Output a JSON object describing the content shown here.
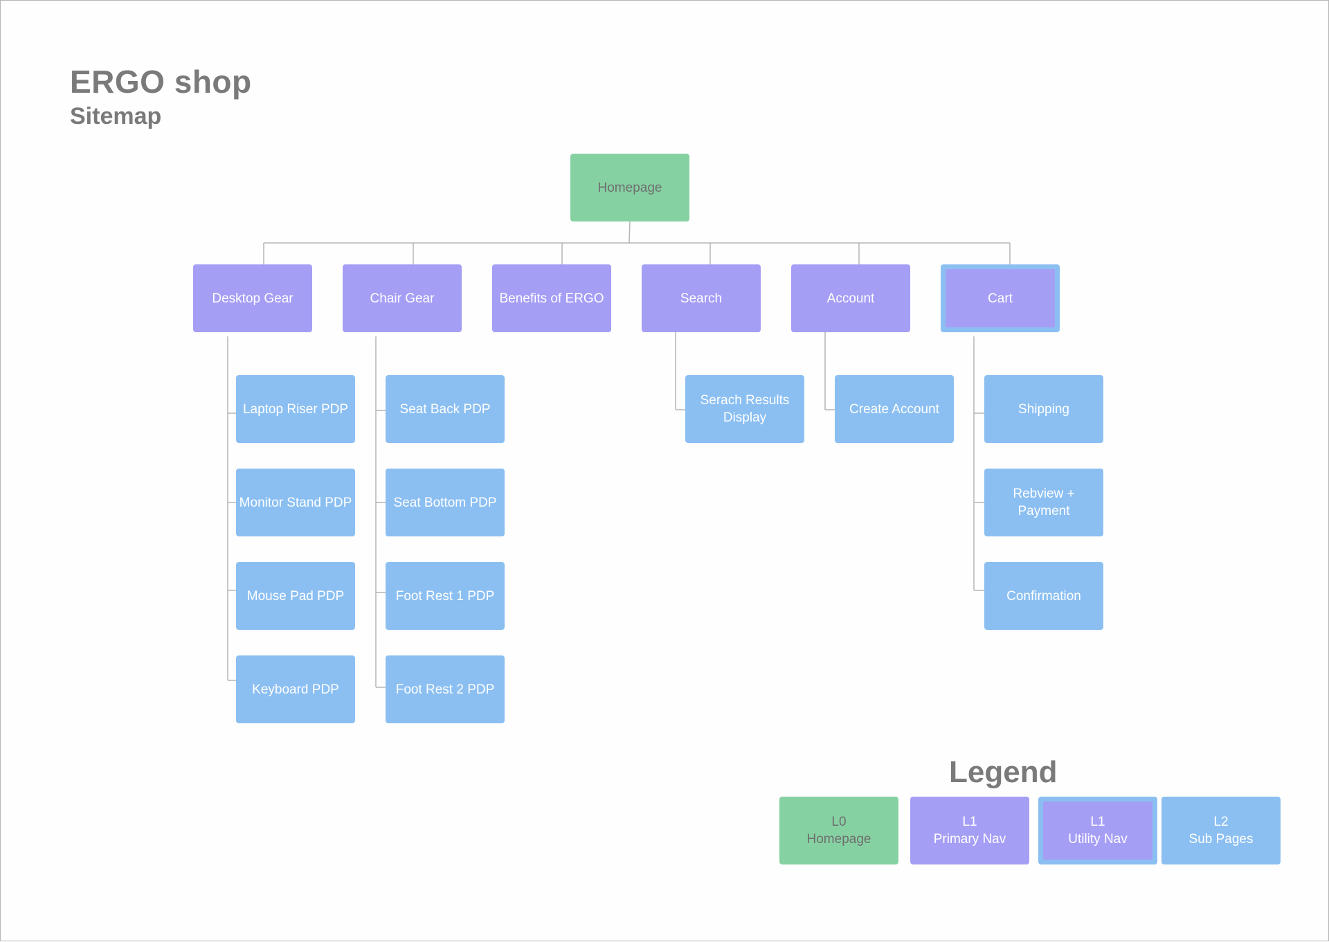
{
  "title": "ERGO shop",
  "subtitle": "Sitemap",
  "homepage": "Homepage",
  "primary": [
    {
      "label": "Desktop Gear",
      "children": [
        "Laptop Riser PDP",
        "Monitor Stand PDP",
        "Mouse Pad PDP",
        "Keyboard PDP"
      ]
    },
    {
      "label": "Chair Gear",
      "children": [
        "Seat Back PDP",
        "Seat Bottom PDP",
        "Foot Rest 1 PDP",
        "Foot Rest 2 PDP"
      ]
    },
    {
      "label": "Benefits of ERGO",
      "children": []
    },
    {
      "label": "Search",
      "children": [
        "Serach Results\nDisplay"
      ]
    },
    {
      "label": "Account",
      "children": [
        "Create Account"
      ]
    },
    {
      "label": "Cart",
      "children": [
        "Shipping",
        "Rebview +\nPayment",
        "Confirmation"
      ]
    }
  ],
  "legend": {
    "title": "Legend",
    "items": [
      {
        "text": "L0\nHomepage",
        "level": "l0"
      },
      {
        "text": "L1\nPrimary Nav",
        "level": "l1"
      },
      {
        "text": "L1\nUtility Nav",
        "level": "util"
      },
      {
        "text": "L2\nSub Pages",
        "level": "l2"
      }
    ]
  },
  "colors": {
    "homepage": "#86d1a2",
    "primary_nav": "#a59ef5",
    "utility_nav_border": "#8bbff2",
    "sub_pages": "#8bbff2",
    "connector": "#b5b5b5",
    "text_gray": "#7a7a7a"
  }
}
